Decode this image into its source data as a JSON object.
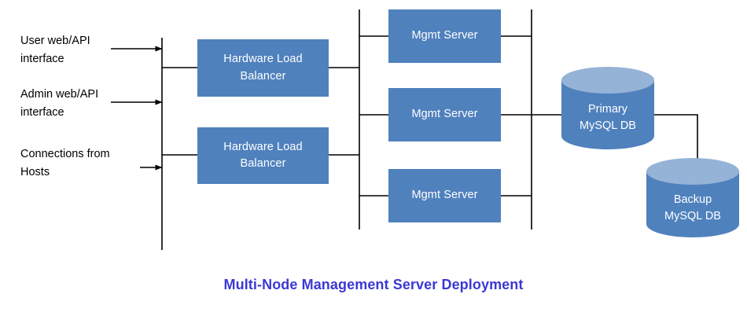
{
  "diagram": {
    "title": "Multi-Node Management Server Deployment",
    "title_color": "#3B38D6",
    "background_color": "#FFFFFF",
    "node_fill_color": "#4F81BD",
    "cylinder_top_color": "#95B3D7",
    "connector_color": "#000000",
    "node_text_color": "#FFFFFF",
    "label_text_color": "#000000"
  },
  "inputs": [
    {
      "line1": "User web/API",
      "line2": "interface"
    },
    {
      "line1": "Admin web/API",
      "line2": "interface"
    },
    {
      "line1": "Connections from",
      "line2": "Hosts"
    }
  ],
  "load_balancers": [
    {
      "line1": "Hardware Load",
      "line2": "Balancer"
    },
    {
      "line1": "Hardware Load",
      "line2": "Balancer"
    }
  ],
  "mgmt_servers": [
    {
      "label": "Mgmt Server"
    },
    {
      "label": "Mgmt Server"
    },
    {
      "label": "Mgmt Server"
    }
  ],
  "databases": [
    {
      "line1": "Primary",
      "line2": "MySQL DB"
    },
    {
      "line1": "Backup",
      "line2": "MySQL DB"
    }
  ]
}
